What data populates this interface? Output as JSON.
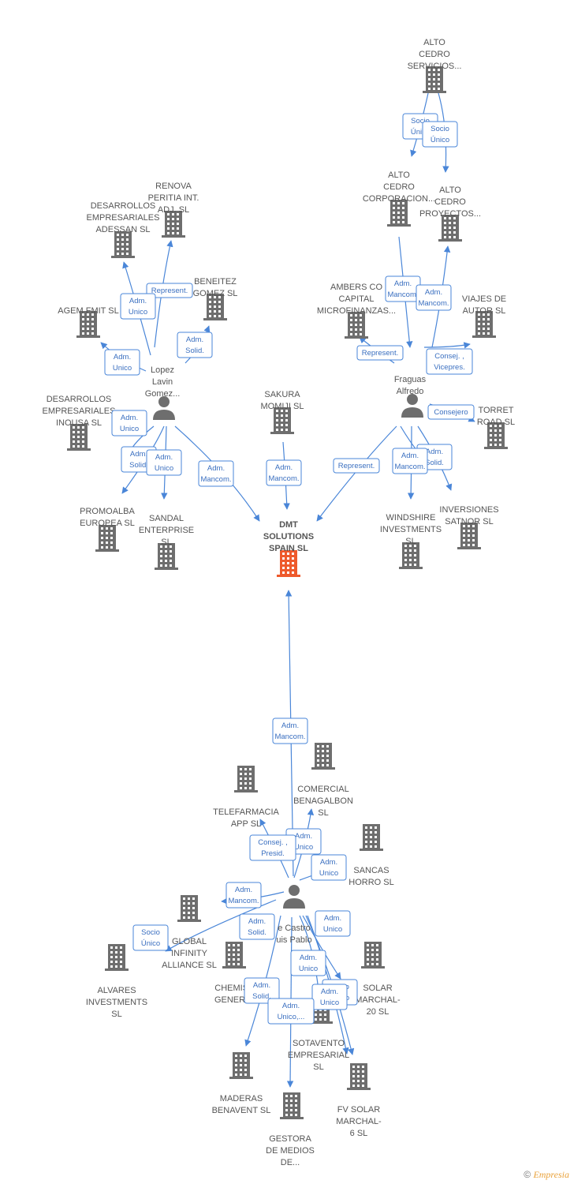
{
  "colors": {
    "edge": "#4a86d8",
    "node": "#6e6e6e",
    "main_node": "#ee5a2c",
    "label": "#555555"
  },
  "companies": [
    {
      "id": "dmt",
      "main": true,
      "lines": [
        "DMT",
        "SOLUTIONS",
        "SPAIN  SL"
      ]
    },
    {
      "id": "alto_serv",
      "lines": [
        "ALTO",
        "CEDRO",
        "SERVICIOS..."
      ]
    },
    {
      "id": "alto_corp",
      "lines": [
        "ALTO",
        "CEDRO",
        "CORPORACION..."
      ]
    },
    {
      "id": "alto_proy",
      "lines": [
        "ALTO",
        "CEDRO",
        "PROYECTOS..."
      ]
    },
    {
      "id": "renova",
      "lines": [
        "RENOVA",
        "PERITIA INT.",
        "ADJ.  SL"
      ]
    },
    {
      "id": "adessan",
      "lines": [
        "DESARROLLOS",
        "EMPRESARIALES",
        "ADESSAN  SL"
      ]
    },
    {
      "id": "beneitez",
      "lines": [
        "BENEITEZ",
        "GOMEZ SL"
      ]
    },
    {
      "id": "agem",
      "lines": [
        "AGEM FMIT  SL"
      ]
    },
    {
      "id": "ambers",
      "lines": [
        "AMBERS CO",
        "CAPITAL",
        "MICROFINANZAS..."
      ]
    },
    {
      "id": "viajes",
      "lines": [
        "VIAJES DE",
        "AUTOR  SL"
      ]
    },
    {
      "id": "inousa",
      "lines": [
        "DESARROLLOS",
        "EMPRESARIALES",
        "INOUSA  SL"
      ]
    },
    {
      "id": "sakura",
      "lines": [
        "SAKURA",
        "MOMIJI  SL"
      ]
    },
    {
      "id": "torret",
      "lines": [
        "TORRET",
        "ROAD  SL"
      ]
    },
    {
      "id": "promoalba",
      "lines": [
        "PROMOALBA",
        "EUROPEA SL"
      ]
    },
    {
      "id": "sandal",
      "lines": [
        "SANDAL",
        "ENTERPRISE",
        "SL"
      ]
    },
    {
      "id": "windshire",
      "lines": [
        "WINDSHIRE",
        "INVESTMENTS",
        "SL"
      ]
    },
    {
      "id": "satnor",
      "lines": [
        "INVERSIONES",
        "SATNOR  SL"
      ]
    },
    {
      "id": "comercial",
      "lines": [
        "COMERCIAL",
        "BENAGALBON",
        "SL"
      ]
    },
    {
      "id": "telefarmacia",
      "lines": [
        "TELEFARMACIA",
        "APP  SL"
      ]
    },
    {
      "id": "sancas",
      "lines": [
        "SANCAS",
        "HORRO  SL"
      ]
    },
    {
      "id": "global",
      "lines": [
        "GLOBAL",
        "INFINITY",
        "ALLIANCE  SL"
      ]
    },
    {
      "id": "alvares",
      "lines": [
        "ALVARES",
        "INVESTMENTS",
        "SL"
      ]
    },
    {
      "id": "chemist",
      "lines": [
        "CHEMIST",
        "GENERIC"
      ]
    },
    {
      "id": "fv20",
      "lines": [
        "SOLAR",
        "MARCHAL-",
        "20 SL"
      ]
    },
    {
      "id": "sotavento",
      "lines": [
        "SOTAVENTO",
        "EMPRESARIAL",
        "SL"
      ]
    },
    {
      "id": "maderas",
      "lines": [
        "MADERAS",
        "BENAVENT SL"
      ]
    },
    {
      "id": "fv6",
      "lines": [
        "FV SOLAR",
        "MARCHAL-",
        "6 SL"
      ]
    },
    {
      "id": "gestora",
      "lines": [
        "GESTORA",
        "DE MEDIOS",
        "DE..."
      ]
    }
  ],
  "persons": [
    {
      "id": "lopez",
      "lines": [
        "Lopez",
        "Lavin",
        "Gomez..."
      ]
    },
    {
      "id": "fraguas",
      "lines": [
        "Fraguas",
        "Alfredo"
      ]
    },
    {
      "id": "castro",
      "lines": [
        "e Castro",
        "uis Pablo"
      ]
    }
  ],
  "relations": [
    {
      "id": "r1",
      "lines": [
        "Socio",
        "Único"
      ]
    },
    {
      "id": "r2",
      "lines": [
        "Socio",
        "Único"
      ]
    },
    {
      "id": "r3",
      "lines": [
        "Represent."
      ]
    },
    {
      "id": "r4",
      "lines": [
        "Adm.",
        "Unico"
      ]
    },
    {
      "id": "r5",
      "lines": [
        "Adm.",
        "Solid."
      ]
    },
    {
      "id": "r6",
      "lines": [
        "Adm.",
        "Unico"
      ]
    },
    {
      "id": "r7",
      "lines": [
        "Adm.",
        "Mancom."
      ]
    },
    {
      "id": "r8",
      "lines": [
        "Adm.",
        "Mancom."
      ]
    },
    {
      "id": "r9",
      "lines": [
        "Represent."
      ]
    },
    {
      "id": "r10",
      "lines": [
        "Consej. ,",
        "Vicepres."
      ]
    },
    {
      "id": "r11",
      "lines": [
        "Adm.",
        "Unico"
      ]
    },
    {
      "id": "r12",
      "lines": [
        "Adm.",
        "Solid."
      ]
    },
    {
      "id": "r13",
      "lines": [
        "Adm.",
        "Unico"
      ]
    },
    {
      "id": "r14",
      "lines": [
        "Adm.",
        "Mancom."
      ]
    },
    {
      "id": "r15",
      "lines": [
        "Adm.",
        "Mancom."
      ]
    },
    {
      "id": "r16",
      "lines": [
        "Consejero"
      ]
    },
    {
      "id": "r17",
      "lines": [
        "Represent."
      ]
    },
    {
      "id": "r18",
      "lines": [
        "Adm.",
        "Solid."
      ]
    },
    {
      "id": "r19",
      "lines": [
        "Adm.",
        "Mancom."
      ]
    },
    {
      "id": "r20",
      "lines": [
        "Adm.",
        "Mancom."
      ]
    },
    {
      "id": "r21",
      "lines": [
        "Adm.",
        "Unico"
      ]
    },
    {
      "id": "r22",
      "lines": [
        "Consej. ,",
        "Presid."
      ]
    },
    {
      "id": "r23",
      "lines": [
        "Adm.",
        "Unico"
      ]
    },
    {
      "id": "r24",
      "lines": [
        "Adm.",
        "Mancom."
      ]
    },
    {
      "id": "r25",
      "lines": [
        "Adm.",
        "Solid."
      ]
    },
    {
      "id": "r26",
      "lines": [
        "Adm.",
        "Unico"
      ]
    },
    {
      "id": "r27",
      "lines": [
        "Socio",
        "Único"
      ]
    },
    {
      "id": "r28",
      "lines": [
        "Adm.",
        "Unico"
      ]
    },
    {
      "id": "r29",
      "lines": [
        "Adm.",
        "Solid."
      ]
    },
    {
      "id": "r30",
      "lines": [
        "Socio",
        "Único"
      ]
    },
    {
      "id": "r31",
      "lines": [
        "Adm.",
        "Unico"
      ]
    },
    {
      "id": "r32",
      "lines": [
        "Adm.",
        "Unico,..."
      ]
    }
  ],
  "footer": {
    "copyright": "©",
    "brand": "Empresia"
  }
}
